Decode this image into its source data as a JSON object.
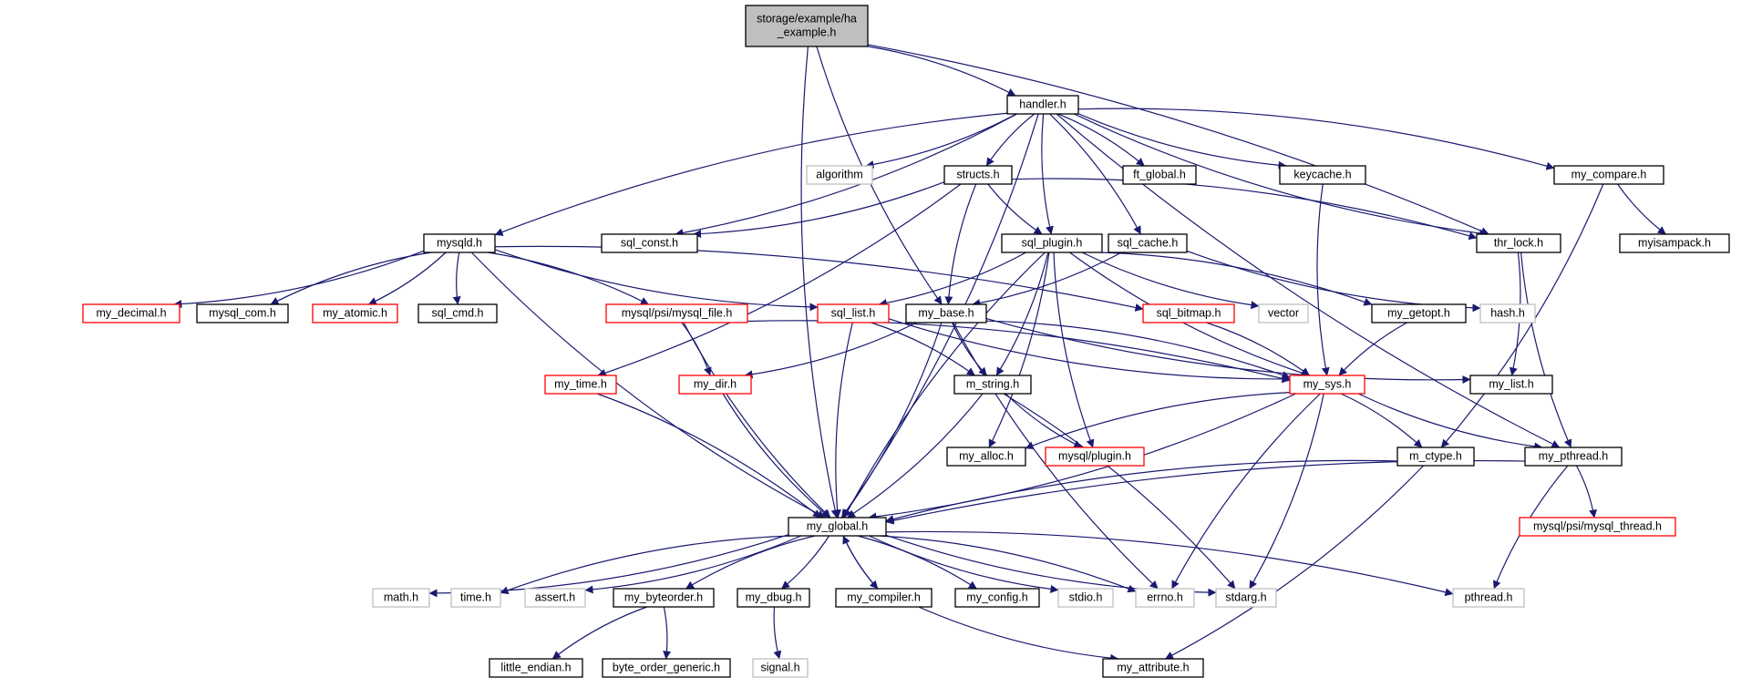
{
  "colors": {
    "edge": "#191970",
    "normal_border": "#000000",
    "missing_border": "#c0c0c0",
    "incomplete_border": "#ff0000",
    "root_fill": "#bfbfbf",
    "text": "#000000"
  },
  "nodes": [
    {
      "id": "root",
      "lines": [
        "storage/example/ha",
        "_example.h"
      ],
      "style": "root"
    },
    {
      "id": "handler",
      "lines": [
        "handler.h"
      ],
      "style": "normal"
    },
    {
      "id": "algorithm",
      "lines": [
        "algorithm"
      ],
      "style": "missing"
    },
    {
      "id": "structs",
      "lines": [
        "structs.h"
      ],
      "style": "normal"
    },
    {
      "id": "ft_global",
      "lines": [
        "ft_global.h"
      ],
      "style": "normal"
    },
    {
      "id": "keycache",
      "lines": [
        "keycache.h"
      ],
      "style": "normal"
    },
    {
      "id": "my_compare",
      "lines": [
        "my_compare.h"
      ],
      "style": "normal"
    },
    {
      "id": "mysqld",
      "lines": [
        "mysqld.h"
      ],
      "style": "normal"
    },
    {
      "id": "sql_const",
      "lines": [
        "sql_const.h"
      ],
      "style": "normal"
    },
    {
      "id": "sql_plugin",
      "lines": [
        "sql_plugin.h"
      ],
      "style": "normal"
    },
    {
      "id": "sql_cache",
      "lines": [
        "sql_cache.h"
      ],
      "style": "normal"
    },
    {
      "id": "thr_lock",
      "lines": [
        "thr_lock.h"
      ],
      "style": "normal"
    },
    {
      "id": "myisampack",
      "lines": [
        "myisampack.h"
      ],
      "style": "normal"
    },
    {
      "id": "my_decimal",
      "lines": [
        "my_decimal.h"
      ],
      "style": "incomplete"
    },
    {
      "id": "mysql_com",
      "lines": [
        "mysql_com.h"
      ],
      "style": "normal"
    },
    {
      "id": "my_atomic",
      "lines": [
        "my_atomic.h"
      ],
      "style": "incomplete"
    },
    {
      "id": "sql_cmd",
      "lines": [
        "sql_cmd.h"
      ],
      "style": "normal"
    },
    {
      "id": "mysql_file",
      "lines": [
        "mysql/psi/mysql_file.h"
      ],
      "style": "incomplete"
    },
    {
      "id": "sql_list",
      "lines": [
        "sql_list.h"
      ],
      "style": "incomplete"
    },
    {
      "id": "my_base",
      "lines": [
        "my_base.h"
      ],
      "style": "normal"
    },
    {
      "id": "sql_bitmap",
      "lines": [
        "sql_bitmap.h"
      ],
      "style": "incomplete"
    },
    {
      "id": "vector",
      "lines": [
        "vector"
      ],
      "style": "missing"
    },
    {
      "id": "my_getopt",
      "lines": [
        "my_getopt.h"
      ],
      "style": "normal"
    },
    {
      "id": "hash",
      "lines": [
        "hash.h"
      ],
      "style": "missing"
    },
    {
      "id": "my_time",
      "lines": [
        "my_time.h"
      ],
      "style": "incomplete"
    },
    {
      "id": "my_dir",
      "lines": [
        "my_dir.h"
      ],
      "style": "incomplete"
    },
    {
      "id": "m_string",
      "lines": [
        "m_string.h"
      ],
      "style": "normal"
    },
    {
      "id": "my_sys",
      "lines": [
        "my_sys.h"
      ],
      "style": "incomplete"
    },
    {
      "id": "my_list",
      "lines": [
        "my_list.h"
      ],
      "style": "normal"
    },
    {
      "id": "mysql_plugin",
      "lines": [
        "mysql/plugin.h"
      ],
      "style": "incomplete"
    },
    {
      "id": "my_alloc",
      "lines": [
        "my_alloc.h"
      ],
      "style": "normal"
    },
    {
      "id": "m_ctype",
      "lines": [
        "m_ctype.h"
      ],
      "style": "normal"
    },
    {
      "id": "my_pthread",
      "lines": [
        "my_pthread.h"
      ],
      "style": "normal"
    },
    {
      "id": "mysql_thread",
      "lines": [
        "mysql/psi/mysql_thread.h"
      ],
      "style": "incomplete"
    },
    {
      "id": "my_global",
      "lines": [
        "my_global.h"
      ],
      "style": "normal"
    },
    {
      "id": "math",
      "lines": [
        "math.h"
      ],
      "style": "missing"
    },
    {
      "id": "time",
      "lines": [
        "time.h"
      ],
      "style": "missing"
    },
    {
      "id": "assert",
      "lines": [
        "assert.h"
      ],
      "style": "missing"
    },
    {
      "id": "my_byteorder",
      "lines": [
        "my_byteorder.h"
      ],
      "style": "normal"
    },
    {
      "id": "my_dbug",
      "lines": [
        "my_dbug.h"
      ],
      "style": "normal"
    },
    {
      "id": "my_compiler",
      "lines": [
        "my_compiler.h"
      ],
      "style": "normal"
    },
    {
      "id": "my_config",
      "lines": [
        "my_config.h"
      ],
      "style": "normal"
    },
    {
      "id": "stdio",
      "lines": [
        "stdio.h"
      ],
      "style": "missing"
    },
    {
      "id": "errno",
      "lines": [
        "errno.h"
      ],
      "style": "missing"
    },
    {
      "id": "stdarg",
      "lines": [
        "stdarg.h"
      ],
      "style": "missing"
    },
    {
      "id": "pthread",
      "lines": [
        "pthread.h"
      ],
      "style": "missing"
    },
    {
      "id": "little_endian",
      "lines": [
        "little_endian.h"
      ],
      "style": "normal"
    },
    {
      "id": "byte_order_generic",
      "lines": [
        "byte_order_generic.h"
      ],
      "style": "normal"
    },
    {
      "id": "signal",
      "lines": [
        "signal.h"
      ],
      "style": "missing"
    },
    {
      "id": "my_attribute",
      "lines": [
        "my_attribute.h"
      ],
      "style": "normal"
    }
  ],
  "edges": [
    [
      "root",
      "handler"
    ],
    [
      "root",
      "my_global"
    ],
    [
      "root",
      "thr_lock"
    ],
    [
      "root",
      "my_base"
    ],
    [
      "handler",
      "algorithm"
    ],
    [
      "handler",
      "structs"
    ],
    [
      "handler",
      "ft_global"
    ],
    [
      "handler",
      "keycache"
    ],
    [
      "handler",
      "my_compare"
    ],
    [
      "handler",
      "mysqld"
    ],
    [
      "handler",
      "sql_const"
    ],
    [
      "handler",
      "sql_plugin"
    ],
    [
      "handler",
      "sql_cache"
    ],
    [
      "handler",
      "thr_lock"
    ],
    [
      "handler",
      "my_global"
    ],
    [
      "handler",
      "my_pthread"
    ],
    [
      "structs",
      "sql_const"
    ],
    [
      "structs",
      "sql_plugin"
    ],
    [
      "structs",
      "thr_lock"
    ],
    [
      "structs",
      "my_base"
    ],
    [
      "structs",
      "my_time"
    ],
    [
      "my_compare",
      "myisampack"
    ],
    [
      "my_compare",
      "m_ctype"
    ],
    [
      "keycache",
      "my_sys"
    ],
    [
      "mysqld",
      "my_decimal"
    ],
    [
      "mysqld",
      "mysql_com"
    ],
    [
      "mysqld",
      "my_atomic"
    ],
    [
      "mysqld",
      "sql_cmd"
    ],
    [
      "mysqld",
      "mysql_file"
    ],
    [
      "mysqld",
      "sql_list"
    ],
    [
      "mysqld",
      "sql_bitmap"
    ],
    [
      "mysqld",
      "my_global"
    ],
    [
      "sql_plugin",
      "sql_list"
    ],
    [
      "sql_plugin",
      "my_global"
    ],
    [
      "sql_plugin",
      "m_string"
    ],
    [
      "sql_plugin",
      "mysql_plugin"
    ],
    [
      "sql_plugin",
      "my_alloc"
    ],
    [
      "sql_plugin",
      "vector"
    ],
    [
      "sql_plugin",
      "my_getopt"
    ],
    [
      "sql_plugin",
      "my_sys"
    ],
    [
      "sql_cache",
      "my_base"
    ],
    [
      "sql_cache",
      "hash"
    ],
    [
      "thr_lock",
      "my_list"
    ],
    [
      "thr_lock",
      "my_pthread"
    ],
    [
      "mysql_file",
      "my_dir"
    ],
    [
      "mysql_file",
      "my_global"
    ],
    [
      "mysql_file",
      "my_sys"
    ],
    [
      "sql_list",
      "my_global"
    ],
    [
      "sql_list",
      "m_string"
    ],
    [
      "sql_list",
      "my_sys"
    ],
    [
      "my_base",
      "my_dir"
    ],
    [
      "my_base",
      "m_string"
    ],
    [
      "my_base",
      "my_sys"
    ],
    [
      "my_base",
      "my_list"
    ],
    [
      "my_base",
      "my_global"
    ],
    [
      "my_base",
      "errno"
    ],
    [
      "sql_bitmap",
      "my_sys"
    ],
    [
      "my_getopt",
      "my_sys"
    ],
    [
      "my_time",
      "my_global"
    ],
    [
      "my_dir",
      "my_global"
    ],
    [
      "m_string",
      "my_global"
    ],
    [
      "m_string",
      "mysql_plugin"
    ],
    [
      "m_string",
      "stdarg"
    ],
    [
      "my_sys",
      "my_alloc"
    ],
    [
      "my_sys",
      "m_ctype"
    ],
    [
      "my_sys",
      "my_pthread"
    ],
    [
      "my_sys",
      "my_global"
    ],
    [
      "my_sys",
      "errno"
    ],
    [
      "my_sys",
      "stdarg"
    ],
    [
      "m_ctype",
      "my_global"
    ],
    [
      "m_ctype",
      "my_attribute"
    ],
    [
      "my_pthread",
      "my_global"
    ],
    [
      "my_pthread",
      "mysql_thread"
    ],
    [
      "my_pthread",
      "pthread"
    ],
    [
      "my_global",
      "math"
    ],
    [
      "my_global",
      "time"
    ],
    [
      "my_global",
      "assert"
    ],
    [
      "my_global",
      "my_byteorder"
    ],
    [
      "my_global",
      "my_dbug"
    ],
    [
      "my_global",
      "my_compiler"
    ],
    [
      "my_global",
      "my_config"
    ],
    [
      "my_global",
      "stdio"
    ],
    [
      "my_global",
      "errno"
    ],
    [
      "my_global",
      "stdarg"
    ],
    [
      "my_global",
      "pthread"
    ],
    [
      "my_byteorder",
      "little_endian"
    ],
    [
      "my_byteorder",
      "byte_order_generic"
    ],
    [
      "my_dbug",
      "signal"
    ],
    [
      "my_compiler",
      "my_global"
    ],
    [
      "my_compiler",
      "my_attribute"
    ]
  ]
}
